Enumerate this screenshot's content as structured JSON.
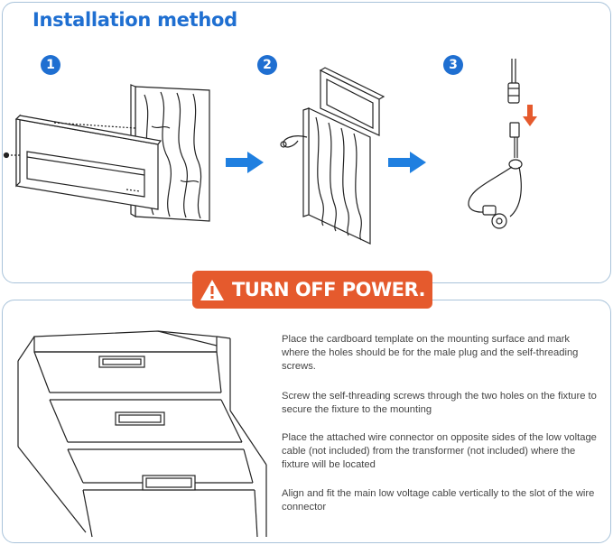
{
  "title": "Installation method",
  "steps": [
    {
      "number": "1"
    },
    {
      "number": "2"
    },
    {
      "number": "3"
    }
  ],
  "warning": {
    "text": "TURN OFF POWER.",
    "icon": "warning-triangle-icon",
    "color": "#e55a2d"
  },
  "instructions": [
    "Place the cardboard template on the mounting surface and mark where the holes should be for the male plug and the self-threading screws.",
    "Screw the self-threading screws through the two holes on the fixture to secure the fixture to the mounting",
    "Place the attached wire connector on opposite sides of the low voltage cable (not included) from the transformer (not included) where the fixture will be located",
    "Align and fit the main low voltage cable vertically to the slot of the wire connector"
  ],
  "colors": {
    "accent": "#1f6fd1",
    "arrow_blue": "#1f7fe0",
    "arrow_down": "#e55a2d",
    "panel_border": "#a9c3da"
  }
}
